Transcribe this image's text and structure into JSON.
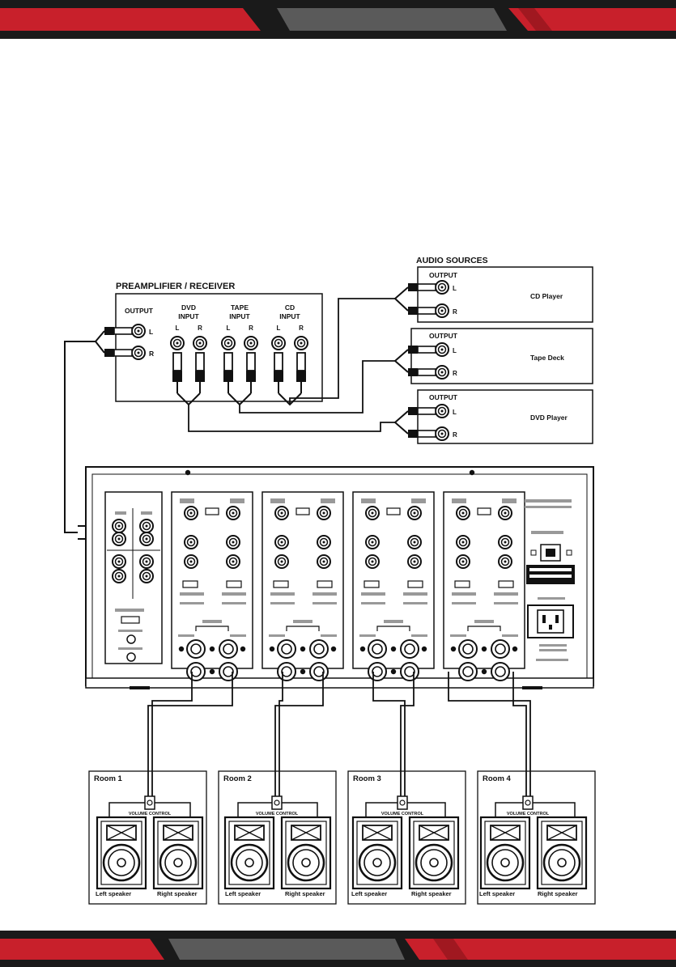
{
  "page": {
    "colors": {
      "accent_red": "#c8202b",
      "dark": "#1a1a1a",
      "gray": "#5a5a5a"
    }
  },
  "diagram": {
    "preamp": {
      "title": "PREAMPLIFIER / RECEIVER",
      "output_label": "OUTPUT",
      "dvd_input_line1": "DVD",
      "dvd_input_line2": "INPUT",
      "tape_input_line1": "TAPE",
      "tape_input_line2": "INPUT",
      "cd_input_line1": "CD",
      "cd_input_line2": "INPUT",
      "left": "L",
      "right": "R"
    },
    "sources": {
      "title": "AUDIO SOURCES",
      "output_label": "OUTPUT",
      "left": "L",
      "right": "R",
      "devices": [
        "CD Player",
        "Tape Deck",
        "DVD Player"
      ]
    },
    "rooms": [
      {
        "name": "Room 1",
        "volume": "VOLUME CONTROL",
        "left": "Left speaker",
        "right": "Right speaker"
      },
      {
        "name": "Room 2",
        "volume": "VOLUME CONTROL",
        "left": "Left speaker",
        "right": "Right speaker"
      },
      {
        "name": "Room 3",
        "volume": "VOLUME CONTROL",
        "left": "Left speaker",
        "right": "Right speaker"
      },
      {
        "name": "Room 4",
        "volume": "VOLUME CONTROL",
        "left": "Left speaker",
        "right": "Right speaker"
      }
    ]
  }
}
